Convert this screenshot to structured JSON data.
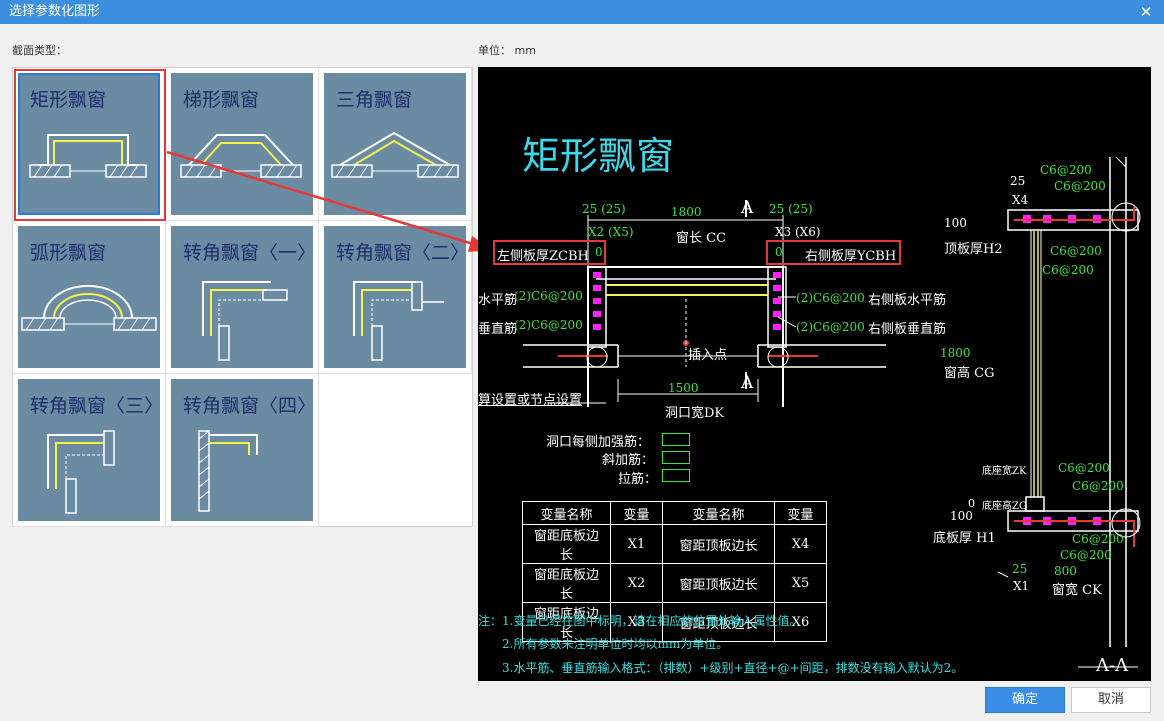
{
  "window": {
    "title": "选择参数化图形",
    "close_glyph": "✕"
  },
  "labels": {
    "section_type": "截面类型：",
    "unit": "单位：  mm"
  },
  "tiles": [
    {
      "name": "矩形飘窗",
      "selected": true
    },
    {
      "name": "梯形飘窗"
    },
    {
      "name": "三角飘窗"
    },
    {
      "name": "弧形飘窗"
    },
    {
      "name": "转角飘窗〈一〉"
    },
    {
      "name": "转角飘窗〈二〉"
    },
    {
      "name": "转角飘窗〈三〉"
    },
    {
      "name": "转角飘窗〈四〉"
    }
  ],
  "preview": {
    "title": "矩形飘窗",
    "section_mark": "A",
    "dim_25_left": "25 (25)",
    "x2": "X2 (X5)",
    "dim_1800": "1800",
    "window_len": "窗长 CC",
    "dim_25_right": "25 (25)",
    "x3": "X3 (X6)",
    "left_thk": "左侧板厚ZCBH",
    "left_zero": "0",
    "right_zero": "0",
    "right_thk": "右侧板厚YCBH",
    "left_h_bar": "(2)C6@200",
    "left_h_label": "水平筋",
    "left_v_bar": "(2)C6@200",
    "left_v_label": "垂直筋",
    "right_h_bar": "(2)C6@200",
    "right_h_label": "右侧板水平筋",
    "right_v_bar": "(2)C6@200",
    "right_v_label": "右侧板垂直筋",
    "insert_point": "插入点",
    "calc_link": "算设置或节点设置",
    "dim_1500": "1500",
    "opening_w": "洞口宽DK",
    "reinf_each": "洞口每侧加强筋：",
    "diag_bar": "斜加筋：",
    "tie_bar": "拉筋：",
    "table": {
      "headers": [
        "变量名称",
        "变量",
        "变量名称",
        "变量"
      ],
      "rows": [
        [
          "窗距底板边长",
          "X1",
          "窗距顶板边长",
          "X4"
        ],
        [
          "窗距底板边长",
          "X2",
          "窗距顶板边长",
          "X5"
        ],
        [
          "窗距底板边长",
          "X3",
          "窗距顶板边长",
          "X6"
        ]
      ]
    },
    "note1": "注：1.变量已经在图中标明，请在相应的位置处输入属性值。",
    "note2": "2.所有参数未注明单位时均以mm为单位。",
    "note3": "3.水平筋、垂直筋输入格式：（排数）+级别+直径+@+间距，排数没有输入默认为2。",
    "side": {
      "dim_25_top": "25",
      "x4": "X4",
      "bar1": "C6@200",
      "bar2": "C6@200",
      "dim_100_top": "100",
      "top_thk": "顶板厚H2",
      "bar3": "C6@200",
      "bar4": "C6@200",
      "dim_1800": "1800",
      "win_h": "窗高 CG",
      "base_w": "底座宽ZK",
      "bar5": "C6@200",
      "zero": "0",
      "base_h": "底座高ZG",
      "bar6": "C6@200",
      "dim_100_bot": "100",
      "bot_thk": "底板厚 H1",
      "bar7": "C6@200",
      "bar8": "C6@200",
      "dim_25_bot": "25",
      "dim_800": "800",
      "x1": "X1",
      "win_w": "窗宽 CK",
      "section": "A-A"
    }
  },
  "buttons": {
    "ok": "确定",
    "cancel": "取消"
  },
  "colors": {
    "titlebar": "#3c8ede",
    "tile_bg": "#6b8ba3",
    "highlight": "#e53935",
    "ok_button": "#3b8ee6"
  }
}
